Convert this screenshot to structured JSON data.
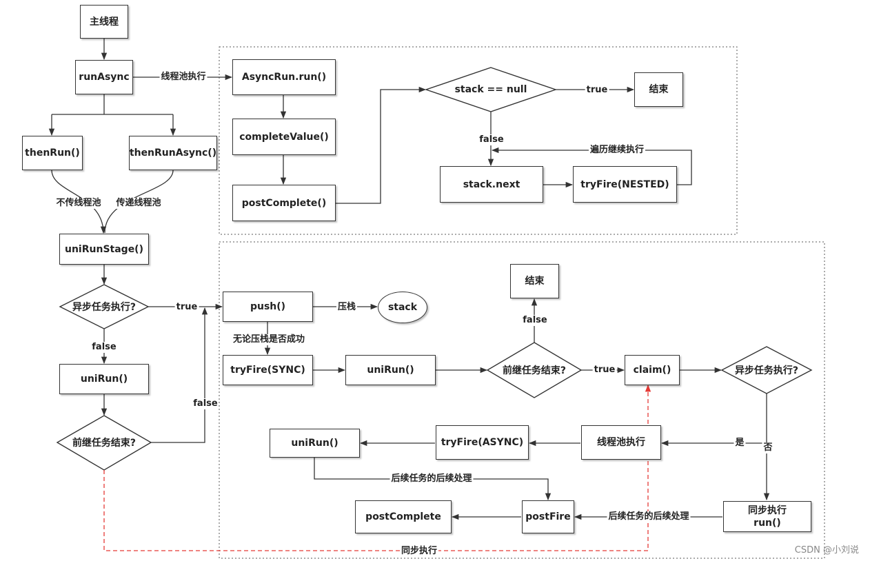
{
  "nodes": {
    "main_thread": "主线程",
    "run_async": "runAsync",
    "then_run": "thenRun()",
    "then_run_async": "thenRunAsync()",
    "uni_run_stage": "uniRunStage()",
    "async_task_exec_left": "异步任务执行?",
    "uni_run_left": "uniRun()",
    "prev_task_done_left": "前继任务结束?",
    "async_run_run": "AsyncRun.run()",
    "complete_value": "completeValue()",
    "post_complete_top": "postComplete()",
    "stack_null": "stack == null",
    "end_top": "结束",
    "stack_next": "stack.next",
    "try_fire_nested": "tryFire(NESTED)",
    "push": "push()",
    "stack": "stack",
    "end_mid": "结束",
    "try_fire_sync": "tryFire(SYNC)",
    "uni_run_mid": "uniRun()",
    "prev_task_done_mid": "前继任务结束?",
    "claim": "claim()",
    "async_task_exec_right": "异步任务执行?",
    "uni_run_bottom": "uniRun()",
    "try_fire_async": "tryFire(ASYNC)",
    "thread_pool_exec": "线程池执行",
    "post_complete_bottom": "postComplete",
    "post_fire": "postFire",
    "sync_exec_run": "同步执行\nrun()"
  },
  "edge_labels": {
    "thread_pool_exec": "线程池执行",
    "no_pool": "不传线程池",
    "pass_pool": "传递线程池",
    "true_stack_null": "true",
    "false_stack_null": "false",
    "traverse_continue": "遍历继续执行",
    "true_async_left": "true",
    "false_async_left": "false",
    "false_prev_left": "false",
    "push_stack": "压栈",
    "regardless_push": "无论压栈是否成功",
    "false_prev_mid": "false",
    "true_prev_mid": "true",
    "yes": "是",
    "no": "否",
    "followup_processing_top": "后续任务的后续处理",
    "followup_processing_bottom": "后续任务的后续处理",
    "sync_exec": "同步执行"
  },
  "watermark": "CSDN @小刘说",
  "colors": {
    "line": "#333333",
    "dashed_sync": "#e53935",
    "group_border": "#555555"
  }
}
